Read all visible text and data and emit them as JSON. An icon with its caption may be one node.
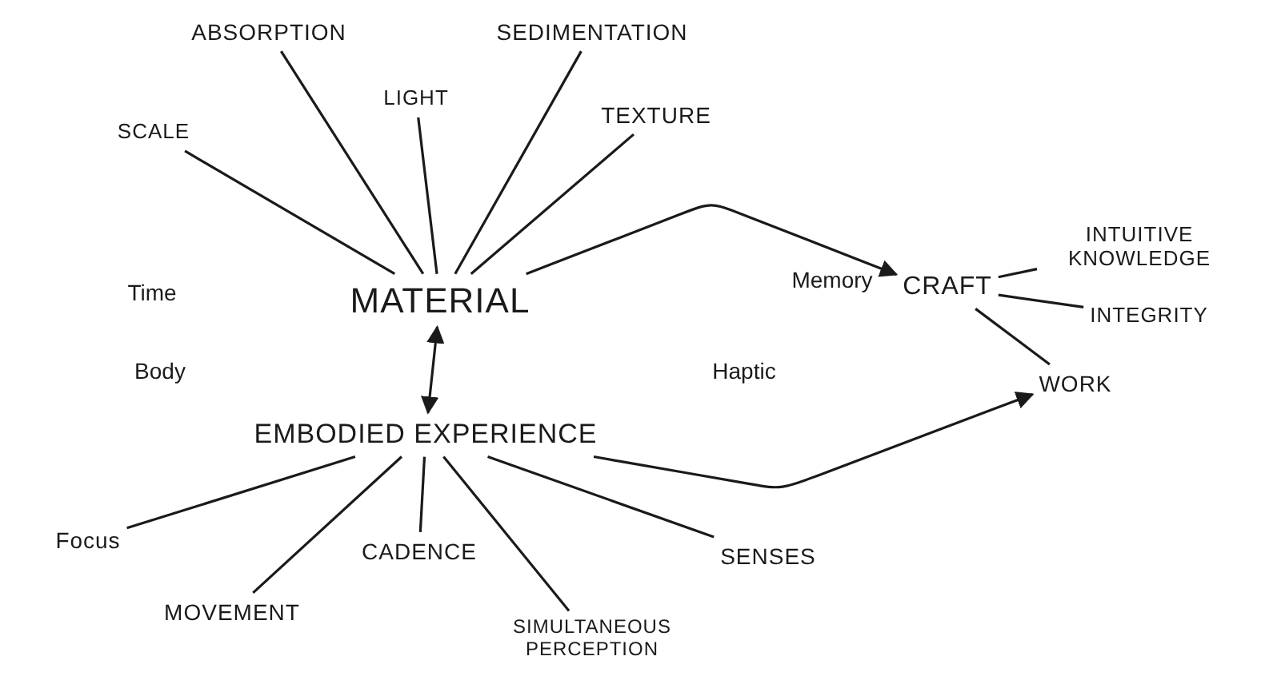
{
  "diagram": {
    "nodes": [
      {
        "text": [
          "ABSORPTION"
        ]
      },
      {
        "text": [
          "SEDIMENTATION"
        ]
      },
      {
        "text": [
          "LIGHT"
        ]
      },
      {
        "text": [
          "SCALE"
        ]
      },
      {
        "text": [
          "TEXTURE"
        ]
      },
      {
        "text": [
          "MATERIAL"
        ]
      },
      {
        "text": [
          "CRAFT"
        ]
      },
      {
        "text": [
          "INTUITIVE KNOWLEDGE"
        ]
      },
      {
        "text": [
          "INTEGRITY"
        ]
      },
      {
        "text": [
          "WORK"
        ]
      },
      {
        "text": [
          "EMBODIED EXPERIENCE"
        ]
      },
      {
        "text": [
          "Focus"
        ]
      },
      {
        "text": [
          "CADENCE"
        ]
      },
      {
        "text": [
          "SENSES"
        ]
      },
      {
        "text": [
          "MOVEMENT"
        ]
      },
      {
        "text": [
          "SIMULTANEOUS PERCEPTION"
        ]
      }
    ],
    "edges": [
      {
        "from": 5,
        "to": 3,
        "arrow": "none"
      },
      {
        "from": 5,
        "to": 0,
        "arrow": "none"
      },
      {
        "from": 5,
        "to": 2,
        "arrow": "none"
      },
      {
        "from": 5,
        "to": 1,
        "arrow": "none"
      },
      {
        "from": 5,
        "to": 4,
        "arrow": "none"
      },
      {
        "from": 5,
        "to": 6,
        "arrow": "to"
      },
      {
        "from": 5,
        "to": 10,
        "arrow": "both"
      },
      {
        "from": 6,
        "to": 7,
        "arrow": "none"
      },
      {
        "from": 6,
        "to": 8,
        "arrow": "none"
      },
      {
        "from": 6,
        "to": 9,
        "arrow": "none"
      },
      {
        "from": 10,
        "to": 9,
        "arrow": "to"
      },
      {
        "from": 10,
        "to": 11,
        "arrow": "none"
      },
      {
        "from": 10,
        "to": 14,
        "arrow": "none"
      },
      {
        "from": 10,
        "to": 12,
        "arrow": "none"
      },
      {
        "from": 10,
        "to": 15,
        "arrow": "none"
      },
      {
        "from": 10,
        "to": 13,
        "arrow": "none"
      }
    ],
    "labels": [
      "Time",
      "Memory",
      "Body",
      "Haptic"
    ]
  }
}
